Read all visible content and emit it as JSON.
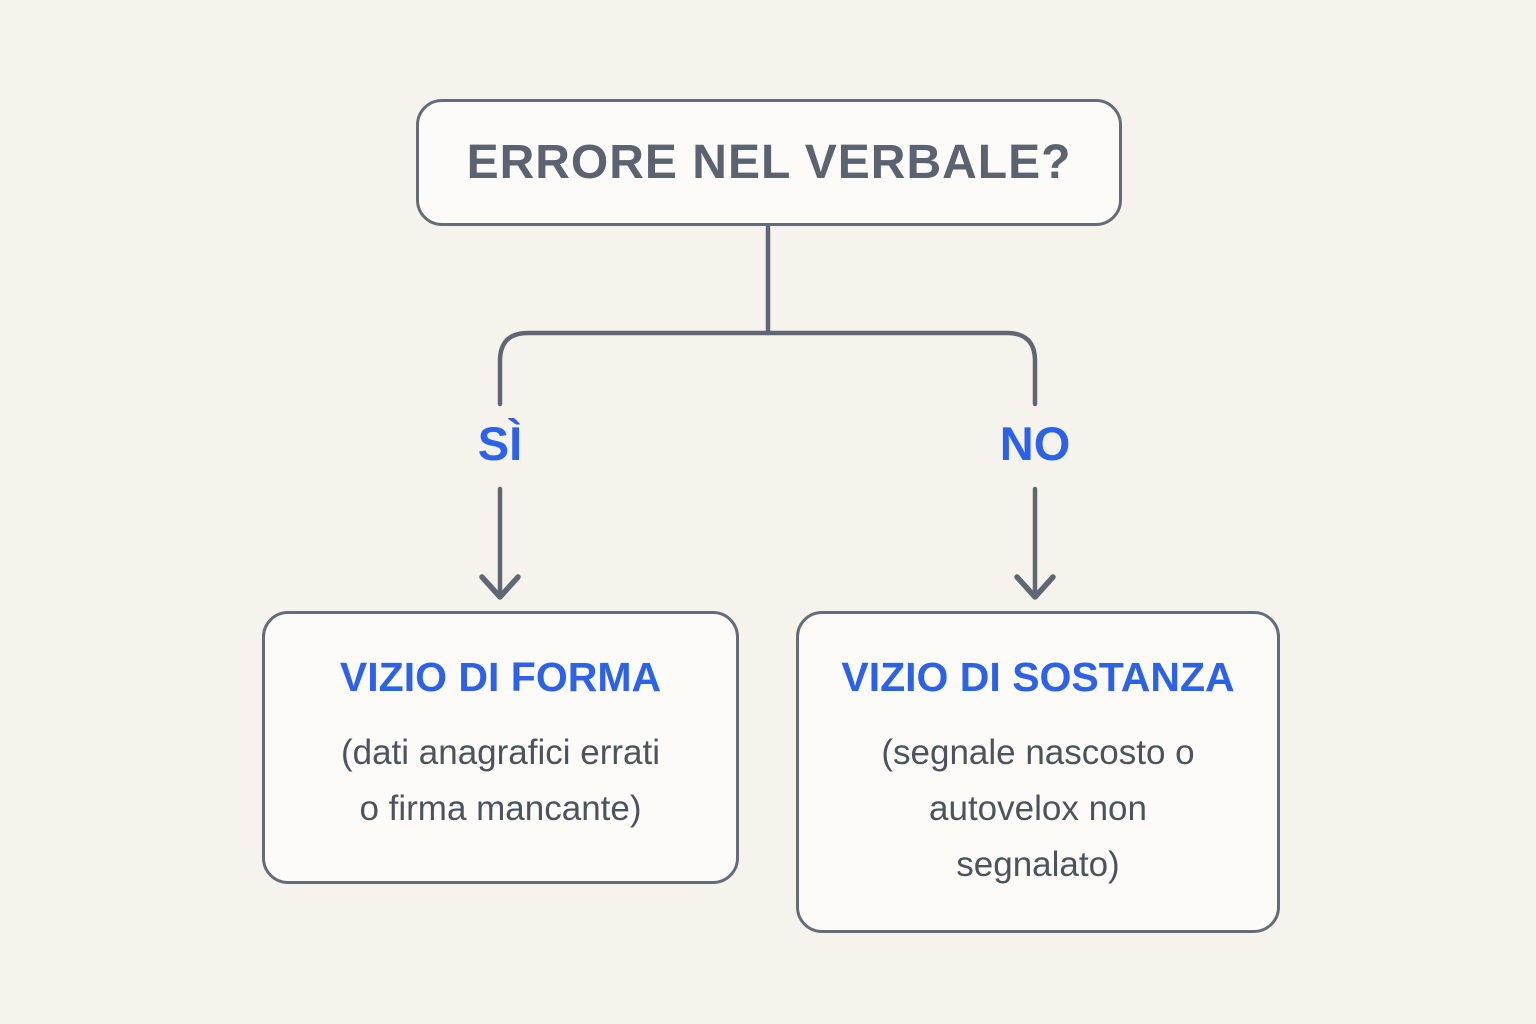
{
  "flowchart": {
    "question": {
      "label": "ERRORE NEL VERBALE?"
    },
    "branch_yes": {
      "label": "SÌ"
    },
    "branch_no": {
      "label": "NO"
    },
    "outcome_yes": {
      "title": "VIZIO DI FORMA",
      "subtitle_lines": [
        "(dati anagrafici errati",
        "o firma mancante)"
      ]
    },
    "outcome_no": {
      "title": "VIZIO DI SOSTANZA",
      "subtitle_lines": [
        "(segnale nascosto o",
        "autovelox non",
        "segnalato)"
      ]
    }
  },
  "colors": {
    "background": "#f6f3ec",
    "box_fill": "#fcfbf8",
    "box_border": "#646c79",
    "connector_line": "#5f6774",
    "question_text": "#5b6370",
    "accent_blue": "#2b62e9",
    "body_text": "#4d535e"
  }
}
